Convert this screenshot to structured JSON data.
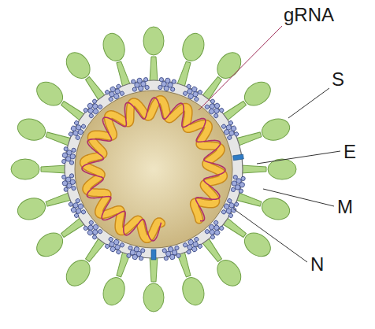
{
  "diagram": {
    "labels": [
      "gRNA",
      "S",
      "E",
      "M",
      "N"
    ]
  }
}
